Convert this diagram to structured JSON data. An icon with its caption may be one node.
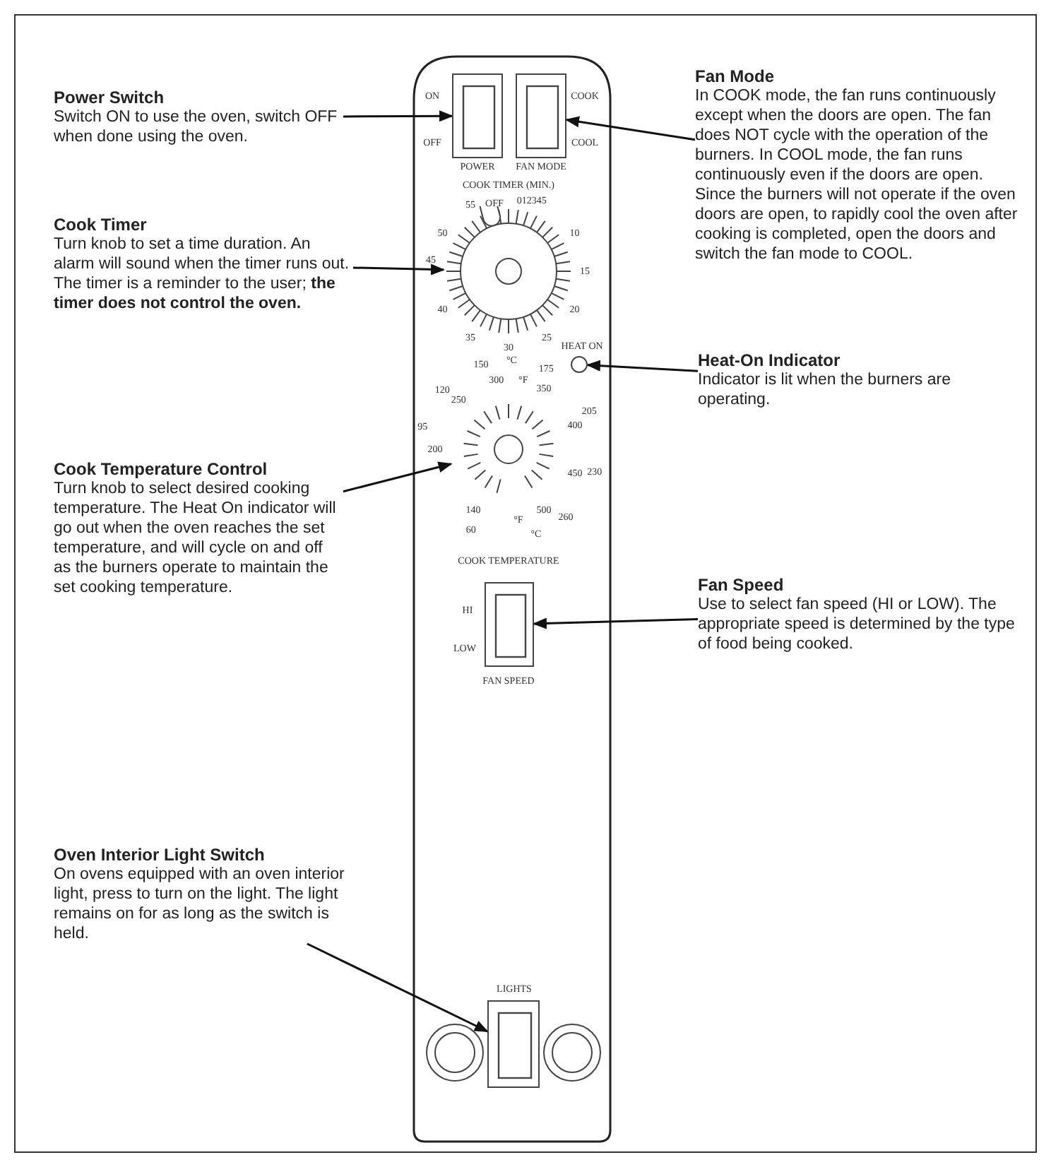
{
  "diagram": {
    "nodes": [
      {
        "text": [
          "Power Switch",
          "Switch ON to use the oven, switch OFF when done using the oven."
        ]
      },
      {
        "text": [],
        "shape": "box"
      },
      {
        "text": [
          "Fan Mode",
          "In COOK mode, the fan runs continuously except when the doors are open. The fan does NOT cycle with the operation of the burners. In COOL mode, the fan runs continuously even if the doors are open. Since the burners will not operate if the oven doors are open, to rapidly cool the oven after cooking is completed, open the doors and switch the fan mode to COOL."
        ]
      },
      {
        "text": [],
        "shape": "box"
      },
      {
        "text": [
          "Cook Timer",
          "Turn knob to set a time duration. An alarm will sound when the timer runs out. The timer is a reminder to the user; **the timer does not control the oven.**"
        ]
      },
      {
        "text": [],
        "shape": "circle"
      },
      {
        "text": [
          "Heat-On Indicator",
          "Indicator is lit when the burners are operating."
        ]
      },
      {
        "text": [],
        "shape": "circle"
      },
      {
        "text": [
          "Cook Temperature Control",
          "Turn knob to select desired cooking temperature. The Heat On indicator will go out when the oven reaches the set temperature, and will cycle on and off as the burners operate to maintain the set cooking temperature."
        ]
      },
      {
        "text": [],
        "shape": "circle"
      },
      {
        "text": [
          "Fan Speed",
          "Use to select fan speed (HI or LOW). The appropriate speed is determined by the type of food being cooked."
        ]
      },
      {
        "text": [],
        "shape": "box"
      },
      {
        "text": [
          "Oven Interior Light Switch",
          "On ovens equipped with an oven interior light, press to turn on the light. The light remains on for as long as the switch is held."
        ]
      },
      {
        "text": [],
        "shape": "box"
      }
    ],
    "edges": [
      {
        "from": 0,
        "to": 1,
        "arrow": "to"
      },
      {
        "from": 2,
        "to": 3,
        "arrow": "to"
      },
      {
        "from": 4,
        "to": 5,
        "arrow": "to"
      },
      {
        "from": 6,
        "to": 7,
        "arrow": "to"
      },
      {
        "from": 8,
        "to": 9,
        "arrow": "to"
      },
      {
        "from": 10,
        "to": 11,
        "arrow": "to"
      },
      {
        "from": 12,
        "to": 13,
        "arrow": "to"
      }
    ],
    "labels": [
      "ON",
      "OFF",
      "POWER",
      "COOK",
      "COOL",
      "FAN MODE",
      "COOK TIMER (MIN.)",
      "OFF",
      "55",
      "012345",
      "10",
      "15",
      "20",
      "25",
      "30",
      "35",
      "40",
      "45",
      "50",
      "HEAT ON",
      "140",
      "200",
      "250",
      "300",
      "°F",
      "350",
      "400",
      "450",
      "500",
      "°F",
      "60",
      "95",
      "120",
      "150",
      "°C",
      "175",
      "205",
      "230",
      "260",
      "°C",
      "COOK TEMPERATURE",
      "HI",
      "LOW",
      "FAN SPEED",
      "LIGHTS"
    ]
  }
}
